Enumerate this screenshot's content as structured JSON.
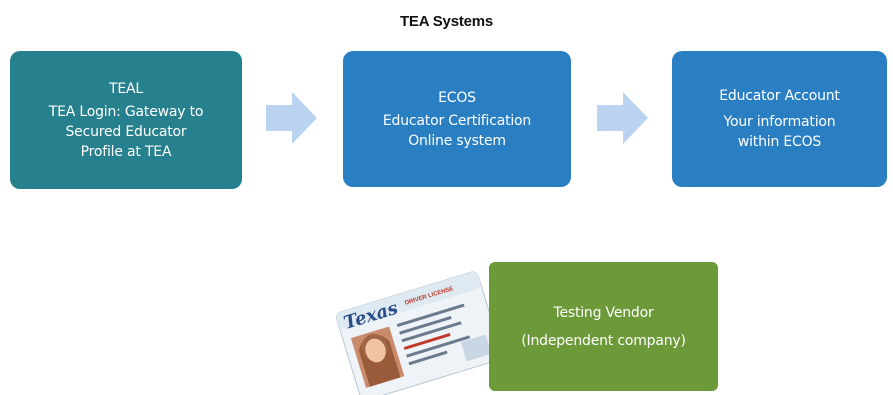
{
  "title": "TEA Systems",
  "boxes": {
    "teal": {
      "heading": "TEAL",
      "body": "TEA Login: Gateway to\nSecured Educator\nProfile at TEA",
      "color": "#27808d"
    },
    "ecos": {
      "heading": "ECOS",
      "body": "Educator Certification\nOnline system",
      "color": "#2a7fc3"
    },
    "account": {
      "heading": "Educator Account",
      "body": "Your information\nwithin ECOS",
      "color": "#2a7fc3"
    },
    "vendor": {
      "heading": "Testing Vendor",
      "body": "(Independent company)",
      "color": "#6c9a38"
    }
  },
  "arrows": {
    "color": "#b9d3f0",
    "icon": "right-arrow-icon"
  },
  "id_card": {
    "icon": "texas-driver-license-image",
    "state_word": "Texas",
    "doc_type": "DRIVER LICENSE"
  }
}
